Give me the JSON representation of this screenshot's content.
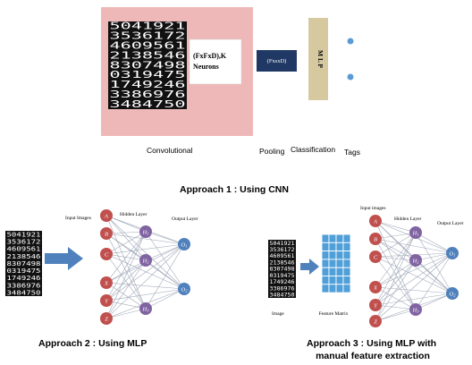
{
  "colors": {
    "conv_block": "#efb8b8",
    "pooling_block": "#1f3864",
    "mlp_block": "#d6c9a0",
    "tag_dot": "#5b9bd5",
    "arrow": "#4f81bd",
    "input_node": "#c0504d",
    "hidden_node": "#8064a2",
    "output_node": "#4f81bd",
    "matrix_cell": "#4f9fd8",
    "edge": "#9fa8b8",
    "digits_bg": "#111111"
  },
  "approach1": {
    "neurons_label": "(FxFxD),K Neurons",
    "pool_label": "(FxsxD)",
    "mlp_label": "M L P",
    "stage_labels": {
      "convolutional": "Convolutional",
      "pooling": "Pooling",
      "classification": "Classification",
      "tags": "Tags"
    },
    "caption": "Approach 1 : Using CNN"
  },
  "digit_rows": [
    "5041921",
    "3536172",
    "4609561",
    "2138546",
    "8307498",
    "0319475",
    "1749246",
    "3386976",
    "3484750"
  ],
  "approach2": {
    "input_images_label": "Input Images",
    "hidden_layer_label": "Hidden Layer",
    "output_layer_label": "Output Layer",
    "input_nodes": [
      "A",
      "B",
      "C",
      "X",
      "Y",
      "Z"
    ],
    "hidden_nodes": [
      "H1",
      "H2",
      "H3"
    ],
    "output_nodes": [
      "O1",
      "O2"
    ],
    "caption": "Approach 2 : Using MLP"
  },
  "approach3": {
    "input_images_label": "Input images",
    "hidden_layer_label": "Hidden Layer",
    "output_layer_label": "Output Layer",
    "image_label": "Image",
    "feature_matrix_label": "Feature Matrix",
    "input_nodes": [
      "A",
      "B",
      "C",
      "X",
      "Y",
      "Z"
    ],
    "hidden_nodes": [
      "H1",
      "H2",
      "H3"
    ],
    "output_nodes": [
      "O1",
      "O2"
    ],
    "caption_line1": "Approach 3 : Using MLP with",
    "caption_line2": "manual feature extraction"
  }
}
